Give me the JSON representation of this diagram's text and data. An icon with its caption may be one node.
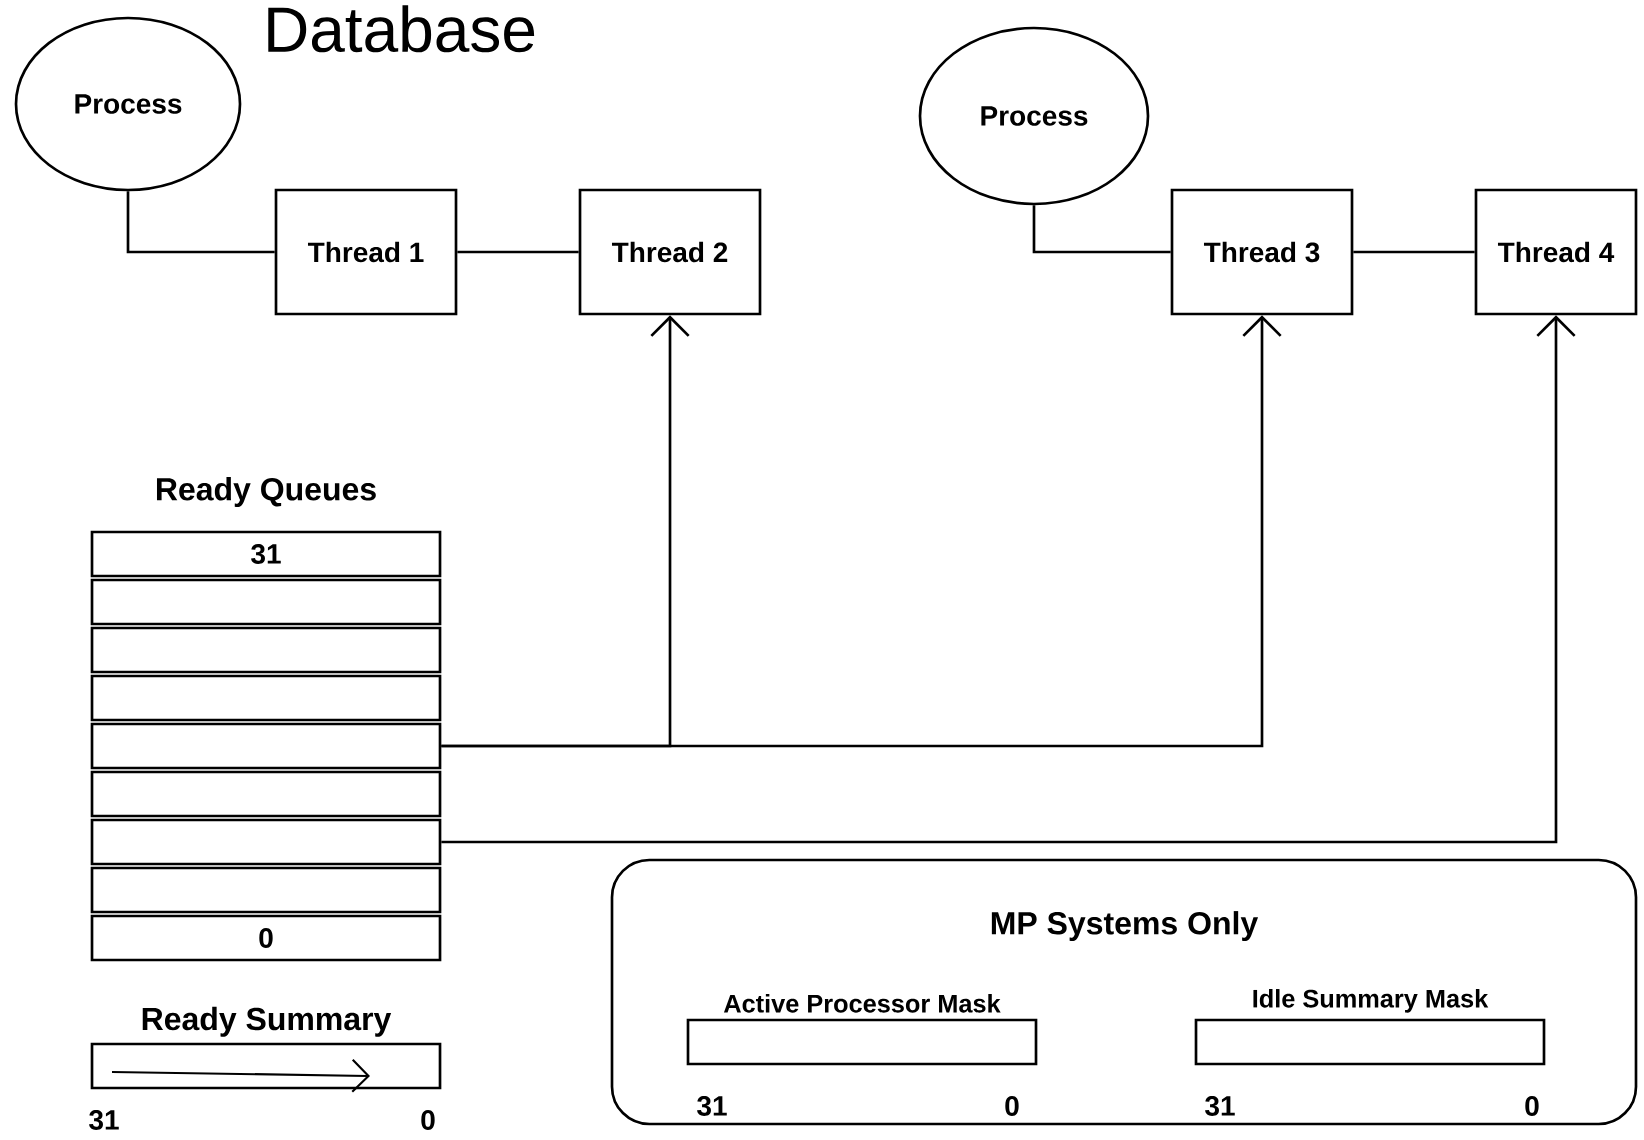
{
  "diagram": {
    "title": "Database",
    "nodes": [
      {
        "text": [
          "Process"
        ]
      },
      {
        "text": [
          "Thread 1"
        ]
      },
      {
        "text": [
          "Thread 2"
        ]
      },
      {
        "text": [
          "Process"
        ]
      },
      {
        "text": [
          "Thread 3"
        ]
      },
      {
        "text": [
          "Thread 4"
        ]
      },
      {
        "text": [
          "31"
        ]
      },
      {
        "text": [],
        "shape": "box"
      },
      {
        "text": [],
        "shape": "box"
      },
      {
        "text": [],
        "shape": "box"
      },
      {
        "text": [],
        "shape": "box"
      },
      {
        "text": [],
        "shape": "box"
      },
      {
        "text": [],
        "shape": "box"
      },
      {
        "text": [],
        "shape": "box"
      },
      {
        "text": [
          "0"
        ]
      },
      {
        "text": [
          "Ready Summary"
        ],
        "beside": [
          "31",
          "0"
        ]
      },
      {
        "text": [
          "MP Systems Only"
        ]
      },
      {
        "text": [
          "Active Processor Mask"
        ],
        "beside": [
          "31",
          "0"
        ],
        "in": 16
      },
      {
        "text": [
          "Idle Summary Mask"
        ],
        "beside": [
          "31",
          "0"
        ],
        "in": 16
      }
    ],
    "edges": [
      {
        "from": 0,
        "to": 1,
        "arrow": "none"
      },
      {
        "from": 1,
        "to": 2,
        "arrow": "none"
      },
      {
        "from": 3,
        "to": 4,
        "arrow": "none"
      },
      {
        "from": 4,
        "to": 5,
        "arrow": "none"
      },
      {
        "from": 10,
        "to": 2,
        "arrow": "to"
      },
      {
        "from": 10,
        "to": 4,
        "arrow": "to"
      },
      {
        "from": 12,
        "to": 5,
        "arrow": "to"
      }
    ],
    "labels": [
      "Ready Queues"
    ]
  }
}
